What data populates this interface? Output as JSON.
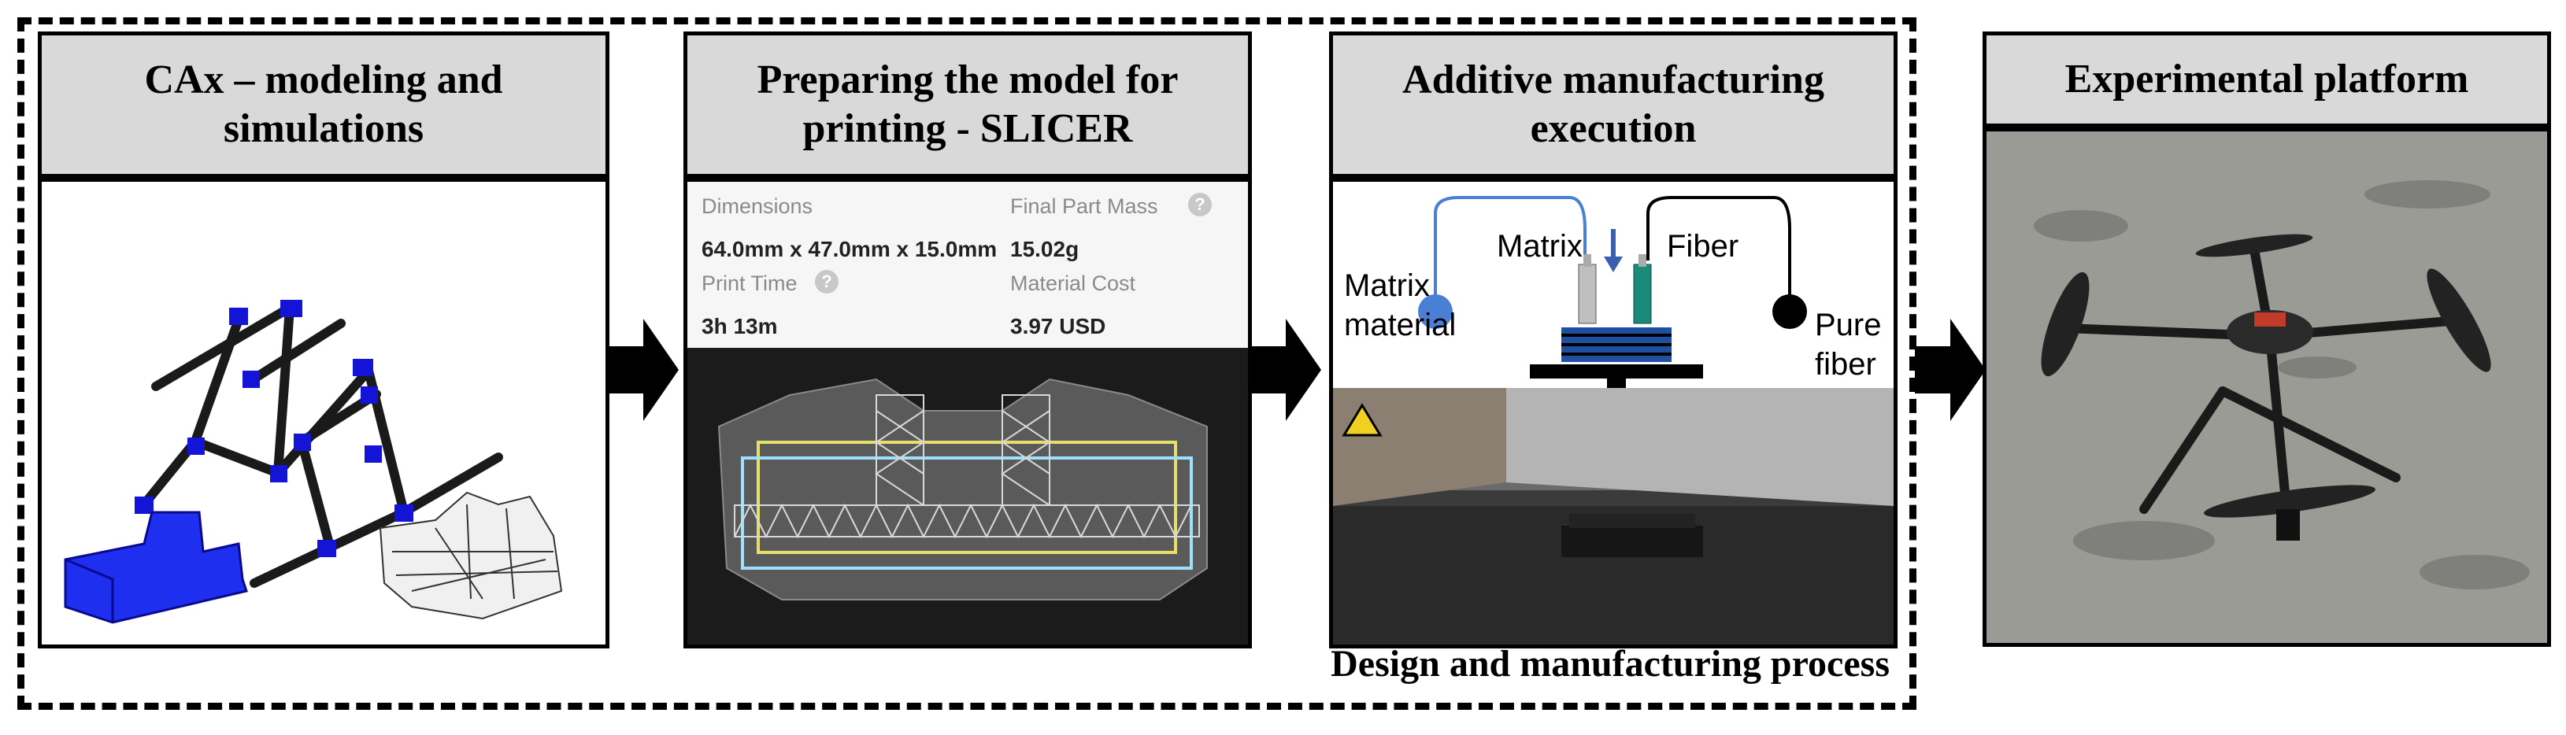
{
  "panels": [
    {
      "title_line1": "CAx – modeling and",
      "title_line2": "simulations"
    },
    {
      "title_line1": "Preparing the model for",
      "title_line2": "printing - SLICER"
    },
    {
      "title_line1": "Additive manufacturing",
      "title_line2": "execution"
    },
    {
      "title_line1": "Experimental platform",
      "title_line2": ""
    }
  ],
  "slicer": {
    "dimensions_label": "Dimensions",
    "dimensions_value": "64.0mm x 47.0mm x 15.0mm",
    "mass_label": "Final Part Mass",
    "mass_value": "15.02g",
    "print_time_label": "Print Time",
    "print_time_value": "3h 13m",
    "cost_label": "Material Cost",
    "cost_value": "3.97 USD",
    "help_glyph": "?"
  },
  "am_diagram": {
    "matrix": "Matrix",
    "fiber": "Fiber",
    "matrix_material_1": "Matrix",
    "matrix_material_2": "material",
    "pure_fiber_1": "Pure",
    "pure_fiber_2": "fiber",
    "matrix_color": "#4a7fd6",
    "fiber_color": "#000000",
    "fiber_nozzle_color": "#1a8a7a",
    "layer_color": "#1f4fa0"
  },
  "caption": "Design and manufacturing process"
}
